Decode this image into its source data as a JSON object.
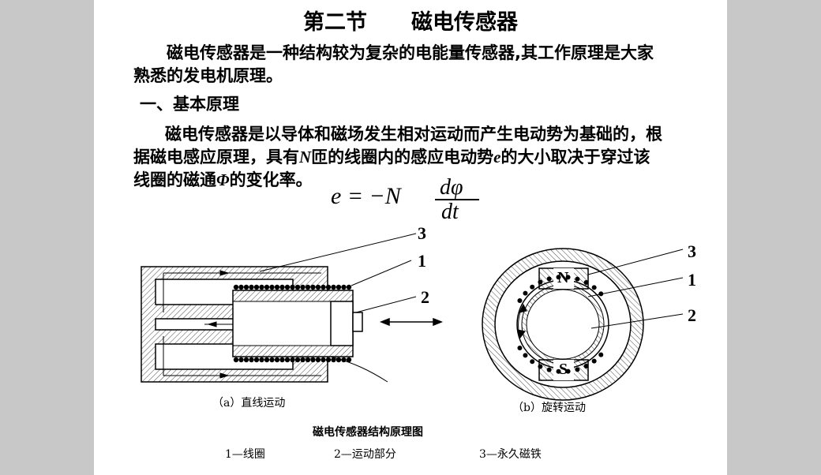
{
  "title": {
    "part1": "第二节",
    "part2": "磁电传感器"
  },
  "intro": {
    "line1": "磁电传感器是一种结构较为复杂的电能量传感器,其工作原理是大家",
    "line2": "熟悉的发电机原理。"
  },
  "section_heading": "一、基本原理",
  "principle": {
    "line1": "磁电传感器是以导体和磁场发生相对运动而产生电动势为基础的，根",
    "line2_a": "据磁电感应原理，具有",
    "line2_N": "N",
    "line2_b": "匝的线圈内的感应电动势",
    "line2_e": "e",
    "line2_c": "的大小取决于穿过该",
    "line3_a": "线圈的磁通",
    "line3_phi": "Φ",
    "line3_b": "的变化率。"
  },
  "formula": {
    "lhs": "e = −N",
    "numerator": "dφ",
    "denominator": "dt"
  },
  "figure_a": {
    "label_3": "3",
    "label_1": "1",
    "label_2": "2",
    "caption": "（a）直线运动"
  },
  "figure_b": {
    "label_3": "3",
    "label_1": "1",
    "label_2": "2",
    "pole_n": "N",
    "pole_s": "S",
    "caption": "（b）旋转运动"
  },
  "figure_caption": "磁电传感器结构原理图",
  "legend": {
    "item1": "1—线圈",
    "item2": "2—运动部分",
    "item3": "3—永久磁铁"
  }
}
